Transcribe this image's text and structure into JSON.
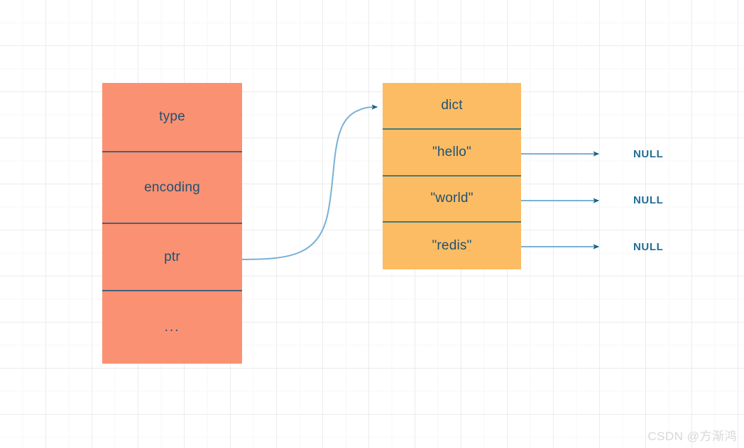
{
  "diagram": {
    "title": "redis object to dict pointer diagram",
    "colors": {
      "left_box_fill": "#fa9173",
      "right_box_fill": "#fcbc64",
      "left_divider": "#4a5f7a",
      "right_divider": "#3f7d82",
      "text": "#1f5173",
      "arrow_line": "#7ab1d6",
      "arrow_head": "#17607f",
      "null_text": "#1f6d96",
      "grid_minor": "#f7f7f7",
      "grid_major": "#ececec",
      "background": "#ffffff",
      "watermark": "#d8d8d8"
    },
    "left_box": {
      "name": "redis-object",
      "rows": [
        {
          "label": "type"
        },
        {
          "label": "encoding"
        },
        {
          "label": "ptr"
        },
        {
          "label": "..."
        }
      ]
    },
    "right_box": {
      "name": "dict-table",
      "rows": [
        {
          "label": "dict"
        },
        {
          "label": "\"hello\""
        },
        {
          "label": "\"world\""
        },
        {
          "label": "\"redis\""
        }
      ]
    },
    "null_labels": [
      {
        "label": "NULL"
      },
      {
        "label": "NULL"
      },
      {
        "label": "NULL"
      }
    ],
    "edges": [
      {
        "name": "ptr-to-dict",
        "from": "ptr",
        "to": "dict",
        "style": "curved"
      },
      {
        "name": "hello-to-null",
        "from": "\"hello\"",
        "to": "NULL",
        "style": "straight"
      },
      {
        "name": "world-to-null",
        "from": "\"world\"",
        "to": "NULL",
        "style": "straight"
      },
      {
        "name": "redis-to-null",
        "from": "\"redis\"",
        "to": "NULL",
        "style": "straight"
      }
    ]
  },
  "watermark": {
    "text": "CSDN @方渐鸿"
  }
}
